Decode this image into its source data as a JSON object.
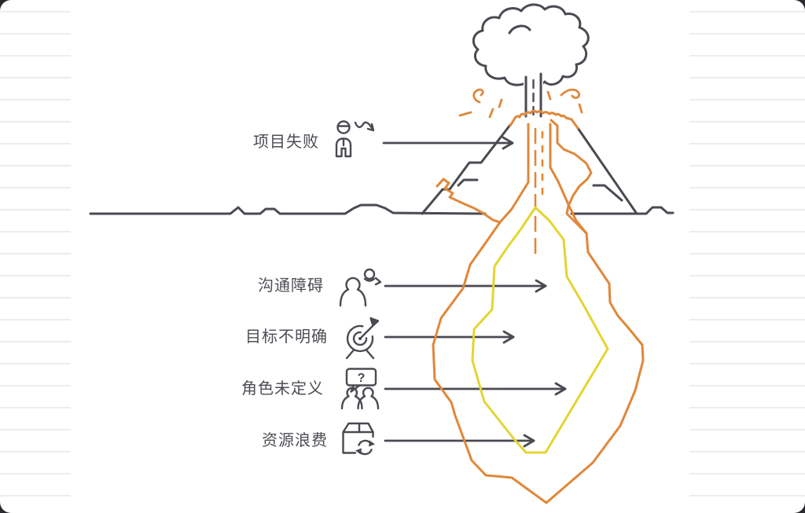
{
  "colors": {
    "ink": "#4A4A52",
    "lava_orange": "#E0873A",
    "magma_yellow": "#E4D532",
    "label_text": "#4D4D55",
    "paper_line": "#EDEDED",
    "page_background": "#2A2A2E",
    "card_background": "#FFFFFF"
  },
  "surface_label": {
    "text": "项目失败",
    "icon": "person-decline-icon"
  },
  "cause_labels": [
    {
      "text": "沟通障碍",
      "icon": "communication-barrier-icon"
    },
    {
      "text": "目标不明确",
      "icon": "unclear-target-icon"
    },
    {
      "text": "角色未定义",
      "icon": "undefined-roles-icon"
    },
    {
      "text": "资源浪费",
      "icon": "resource-waste-icon"
    }
  ],
  "roles_icon_question_mark": "?"
}
